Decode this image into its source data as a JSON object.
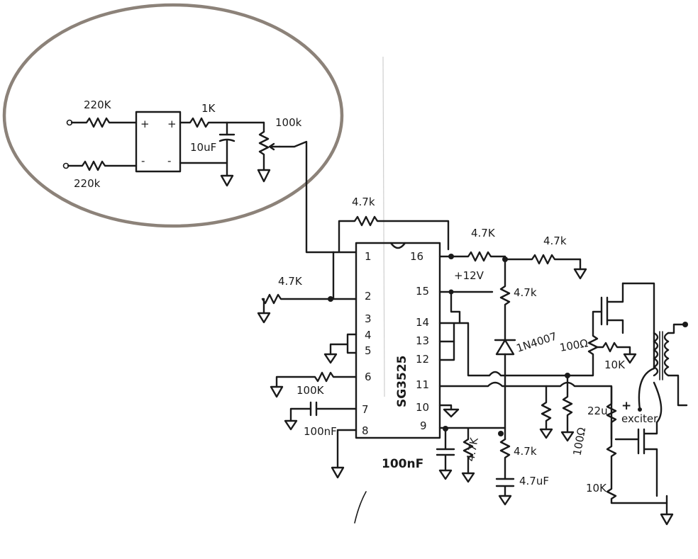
{
  "input_stage": {
    "r_top": "220K",
    "r_bottom": "220k",
    "opamp_plus": "+",
    "opamp_plus_out": "+",
    "opamp_minus": "-",
    "opamp_minus_out": "-",
    "r_series": "1K",
    "cap": "10uF",
    "pot": "100k"
  },
  "ic": {
    "name": "SG3525",
    "pins_left": [
      "1",
      "2",
      "3",
      "4",
      "5",
      "6",
      "7",
      "8"
    ],
    "pins_right": [
      "16",
      "15",
      "14",
      "13",
      "12",
      "11",
      "10",
      "9"
    ]
  },
  "components": {
    "r_feedback": "4.7k",
    "r_pin2": "4.7K",
    "r_pin6": "100K",
    "c_pin7": "100nF",
    "r_ref": "4.7K",
    "r_ref_gnd": "4.7k",
    "supply": "+12V",
    "r_mid": "4.7k",
    "diode": "1N4007",
    "c_pin9": "100nF",
    "r_pin9": "4.7K",
    "r_mid_bottom": "4.7k",
    "c_bottom": "4.7uF",
    "r_gate_top": "100Ω",
    "r_gate_top_pd": "10K",
    "r_gate_bottom": "100Ω",
    "r_gate_bottom_pd": "10K",
    "c_out": "22u",
    "c_out_plus": "+",
    "load_label": "exciter"
  },
  "colors": {
    "ink": "#1a1a1a",
    "highlight_ellipse": "#8c8279",
    "background": "#ffffff"
  }
}
